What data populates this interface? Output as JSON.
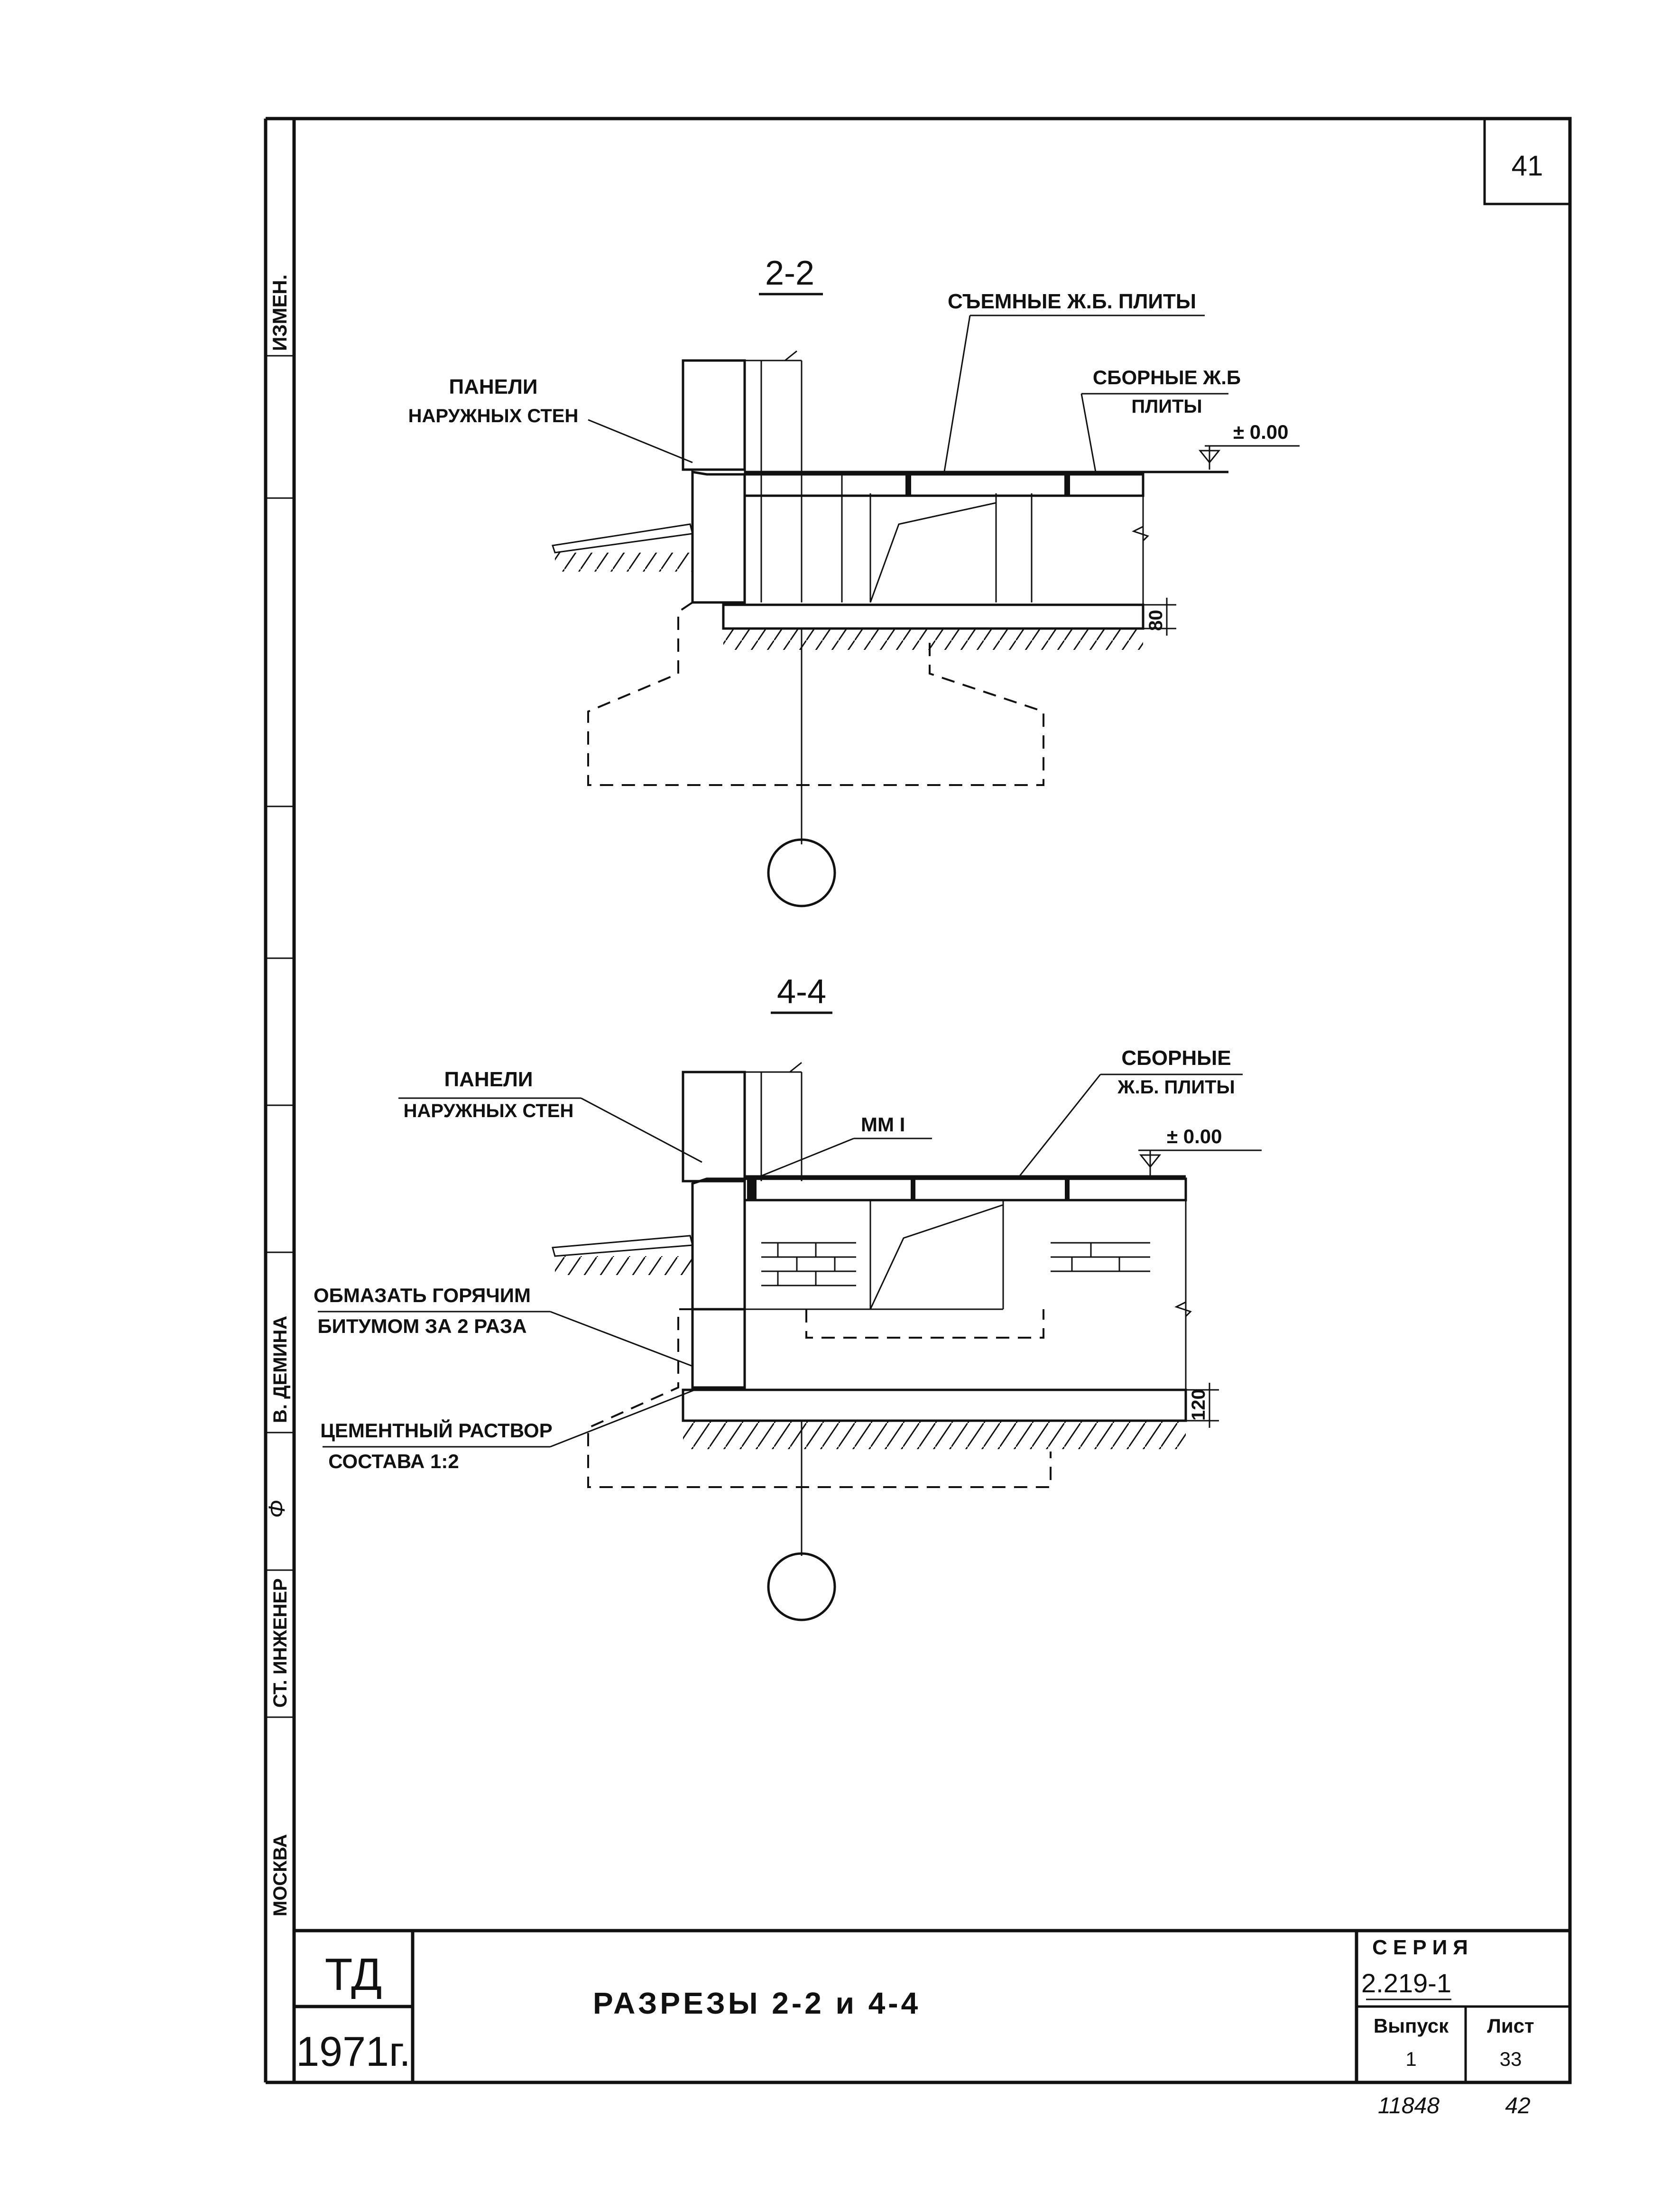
{
  "sheet": {
    "page_number": "41",
    "margin_labels": {
      "izmen": "ИЗМЕН.",
      "st_inzhener": "СТ. ИНЖЕНЕР",
      "name": "В. ДЕМИНА",
      "city": "МОСКВА"
    },
    "section_2_2": {
      "title": "2-2",
      "label_panels": [
        "ПАНЕЛИ",
        "НАРУЖНЫХ СТЕН"
      ],
      "label_removable": "СЪЕМНЫЕ Ж.Б. ПЛИТЫ",
      "label_precast": [
        "СБОРНЫЕ Ж.Б",
        "ПЛИТЫ"
      ],
      "level": "± 0.00",
      "dimension": "80"
    },
    "section_4_4": {
      "title": "4-4",
      "label_panels": [
        "ПАНЕЛИ",
        "НАРУЖНЫХ СТЕН"
      ],
      "label_precast": [
        "СБОРНЫЕ",
        "Ж.Б. ПЛИТЫ"
      ],
      "level": "± 0.00",
      "mark": "ММ I",
      "label_bitumen": [
        "ОБМАЗАТЬ ГОРЯЧИМ",
        "БИТУМОМ ЗА 2 РАЗА"
      ],
      "label_mortar": [
        "ЦЕМЕНТНЫЙ РАСТВОР",
        "СОСТАВА 1:2"
      ],
      "dimension": "120"
    },
    "title_block": {
      "org": "ТД",
      "year": "1971г.",
      "title": "РАЗРЕЗЫ 2-2 и 4-4",
      "series_label": "СЕРИЯ",
      "series": "2.219-1",
      "issue_label": "Выпуск",
      "issue": "1",
      "sheet_label": "Лист",
      "sheet": "33"
    },
    "footer": {
      "code": "11848",
      "page": "42"
    }
  }
}
